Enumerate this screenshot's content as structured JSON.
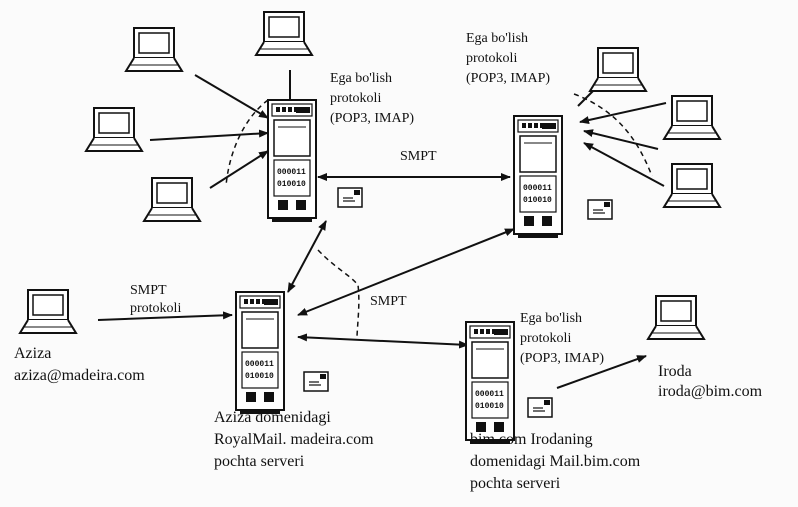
{
  "diagram": {
    "labels": {
      "access_protocol_top_left": [
        "Ega bo'lish",
        "protokoli",
        "(POP3, IMAP)"
      ],
      "access_protocol_top_right": [
        "Ega bo'lish",
        "protokoli",
        "(POP3, IMAP)"
      ],
      "access_protocol_bottom": [
        "Ega bo'lish",
        "protokoli",
        "(POP3, IMAP)"
      ],
      "smpt_top": "SMPT",
      "smpt_middle": "SMPT",
      "smpt_protocol": [
        "SMPT",
        "protokoli"
      ],
      "aziza_name": "Aziza",
      "aziza_email": "aziza@madeira.com",
      "iroda_name": "Iroda",
      "iroda_email": "iroda@bim.com",
      "aziza_server": [
        "Aziza domenidagi",
        "RoyalMail. madeira.com",
        "pochta serveri"
      ],
      "bim_server": [
        "bim.com Irodaning",
        "domenidagi Mail.bim.com",
        "pochta serveri"
      ]
    },
    "server_panel_text": [
      "000011",
      "010010"
    ]
  }
}
